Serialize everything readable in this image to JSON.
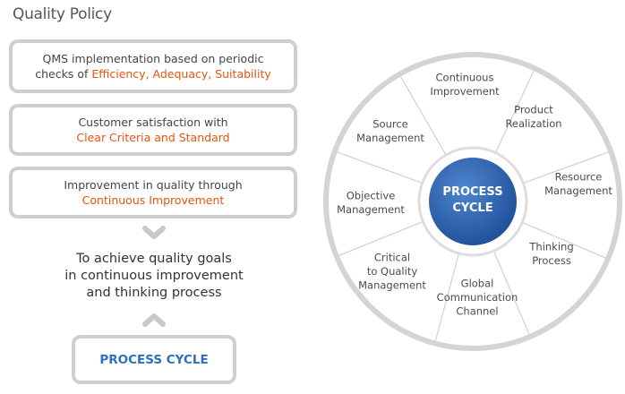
{
  "title": "Quality Policy",
  "policies": [
    {
      "line1": "QMS implementation based on periodic",
      "prefix": "checks of ",
      "highlight": "Efficiency, Adequacy, Suitability"
    },
    {
      "line1": "Customer satisfaction with",
      "prefix": "",
      "highlight": "Clear Criteria and Standard"
    },
    {
      "line1": "Improvement in quality through",
      "prefix": "",
      "highlight": "Continuous Improvement"
    }
  ],
  "goal": [
    "To achieve quality goals",
    "in continuous improvement",
    "and thinking process"
  ],
  "process_cycle_label": "PROCESS CYCLE",
  "wheel": {
    "center": [
      "PROCESS",
      "CYCLE"
    ],
    "segments": [
      [
        "Continuous",
        "Improvement"
      ],
      [
        "Product",
        "Realization"
      ],
      [
        "Resource",
        "Management"
      ],
      [
        "Thinking",
        "Process"
      ],
      [
        "Global",
        "Communication",
        "Channel"
      ],
      [
        "Critical",
        "to Quality",
        "Management"
      ],
      [
        "Objective",
        "Management"
      ],
      [
        "Source",
        "Management"
      ]
    ]
  },
  "colors": {
    "accent": "#e8550e",
    "blue": "#2f6fbd",
    "hub": "#2a61ad",
    "border": "#cfcfcf"
  }
}
